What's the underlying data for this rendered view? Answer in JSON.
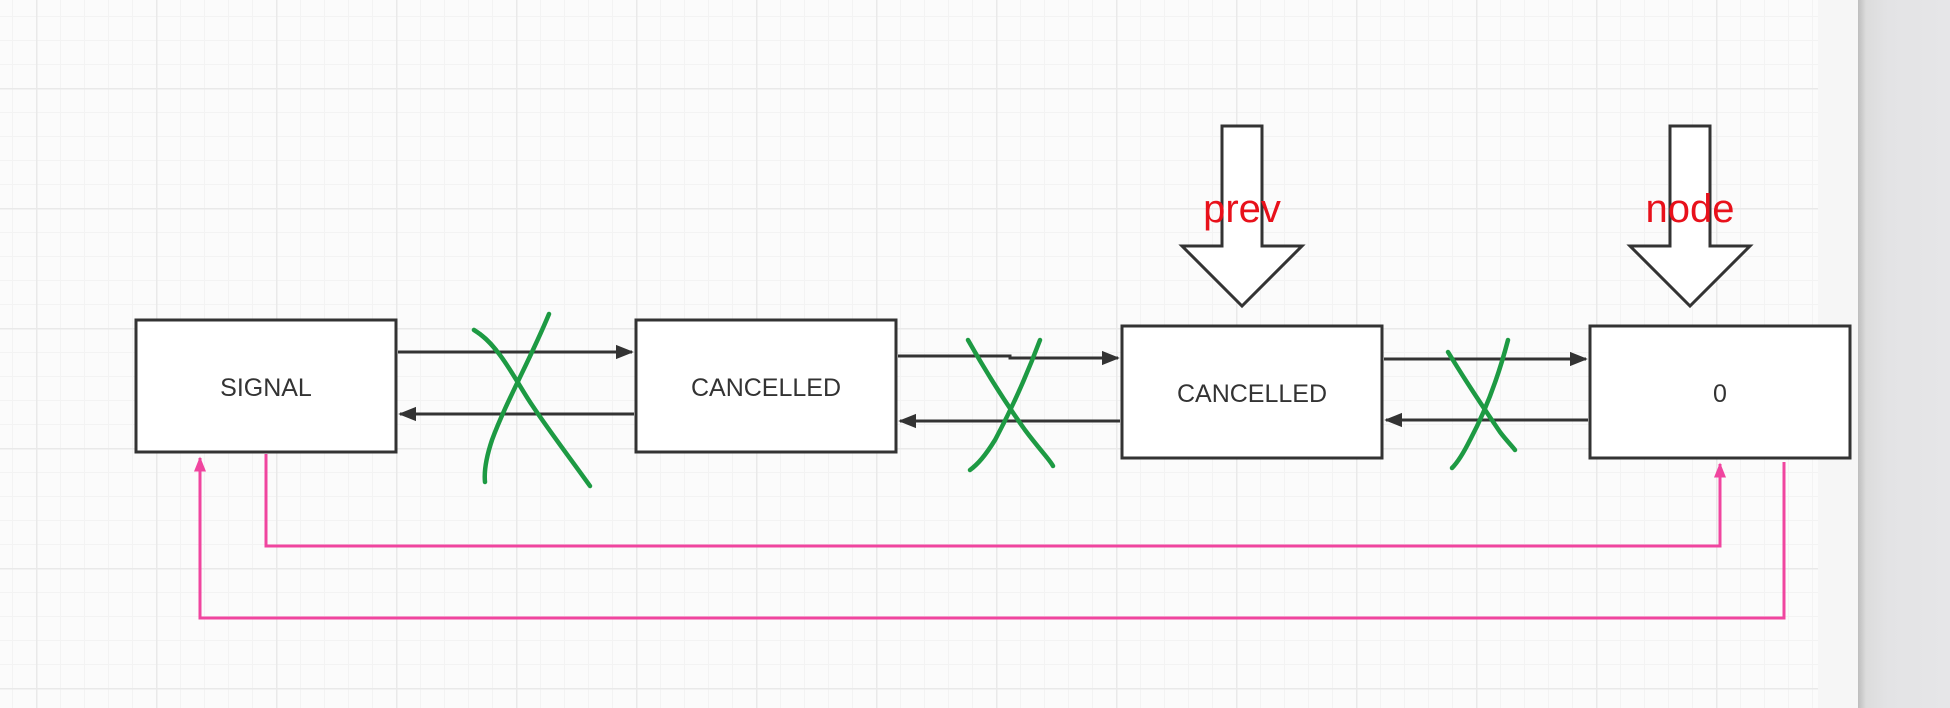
{
  "nodes": [
    {
      "label": "SIGNAL"
    },
    {
      "label": "CANCELLED"
    },
    {
      "label": "CANCELLED"
    },
    {
      "label": "0"
    }
  ],
  "pointers": {
    "prev": "prev",
    "node": "node"
  },
  "colors": {
    "box_stroke": "#333333",
    "link_arrow": "#333333",
    "cross_mark": "#1d9a43",
    "new_link": "#f0459f",
    "pointer_label": "#e8111b"
  }
}
